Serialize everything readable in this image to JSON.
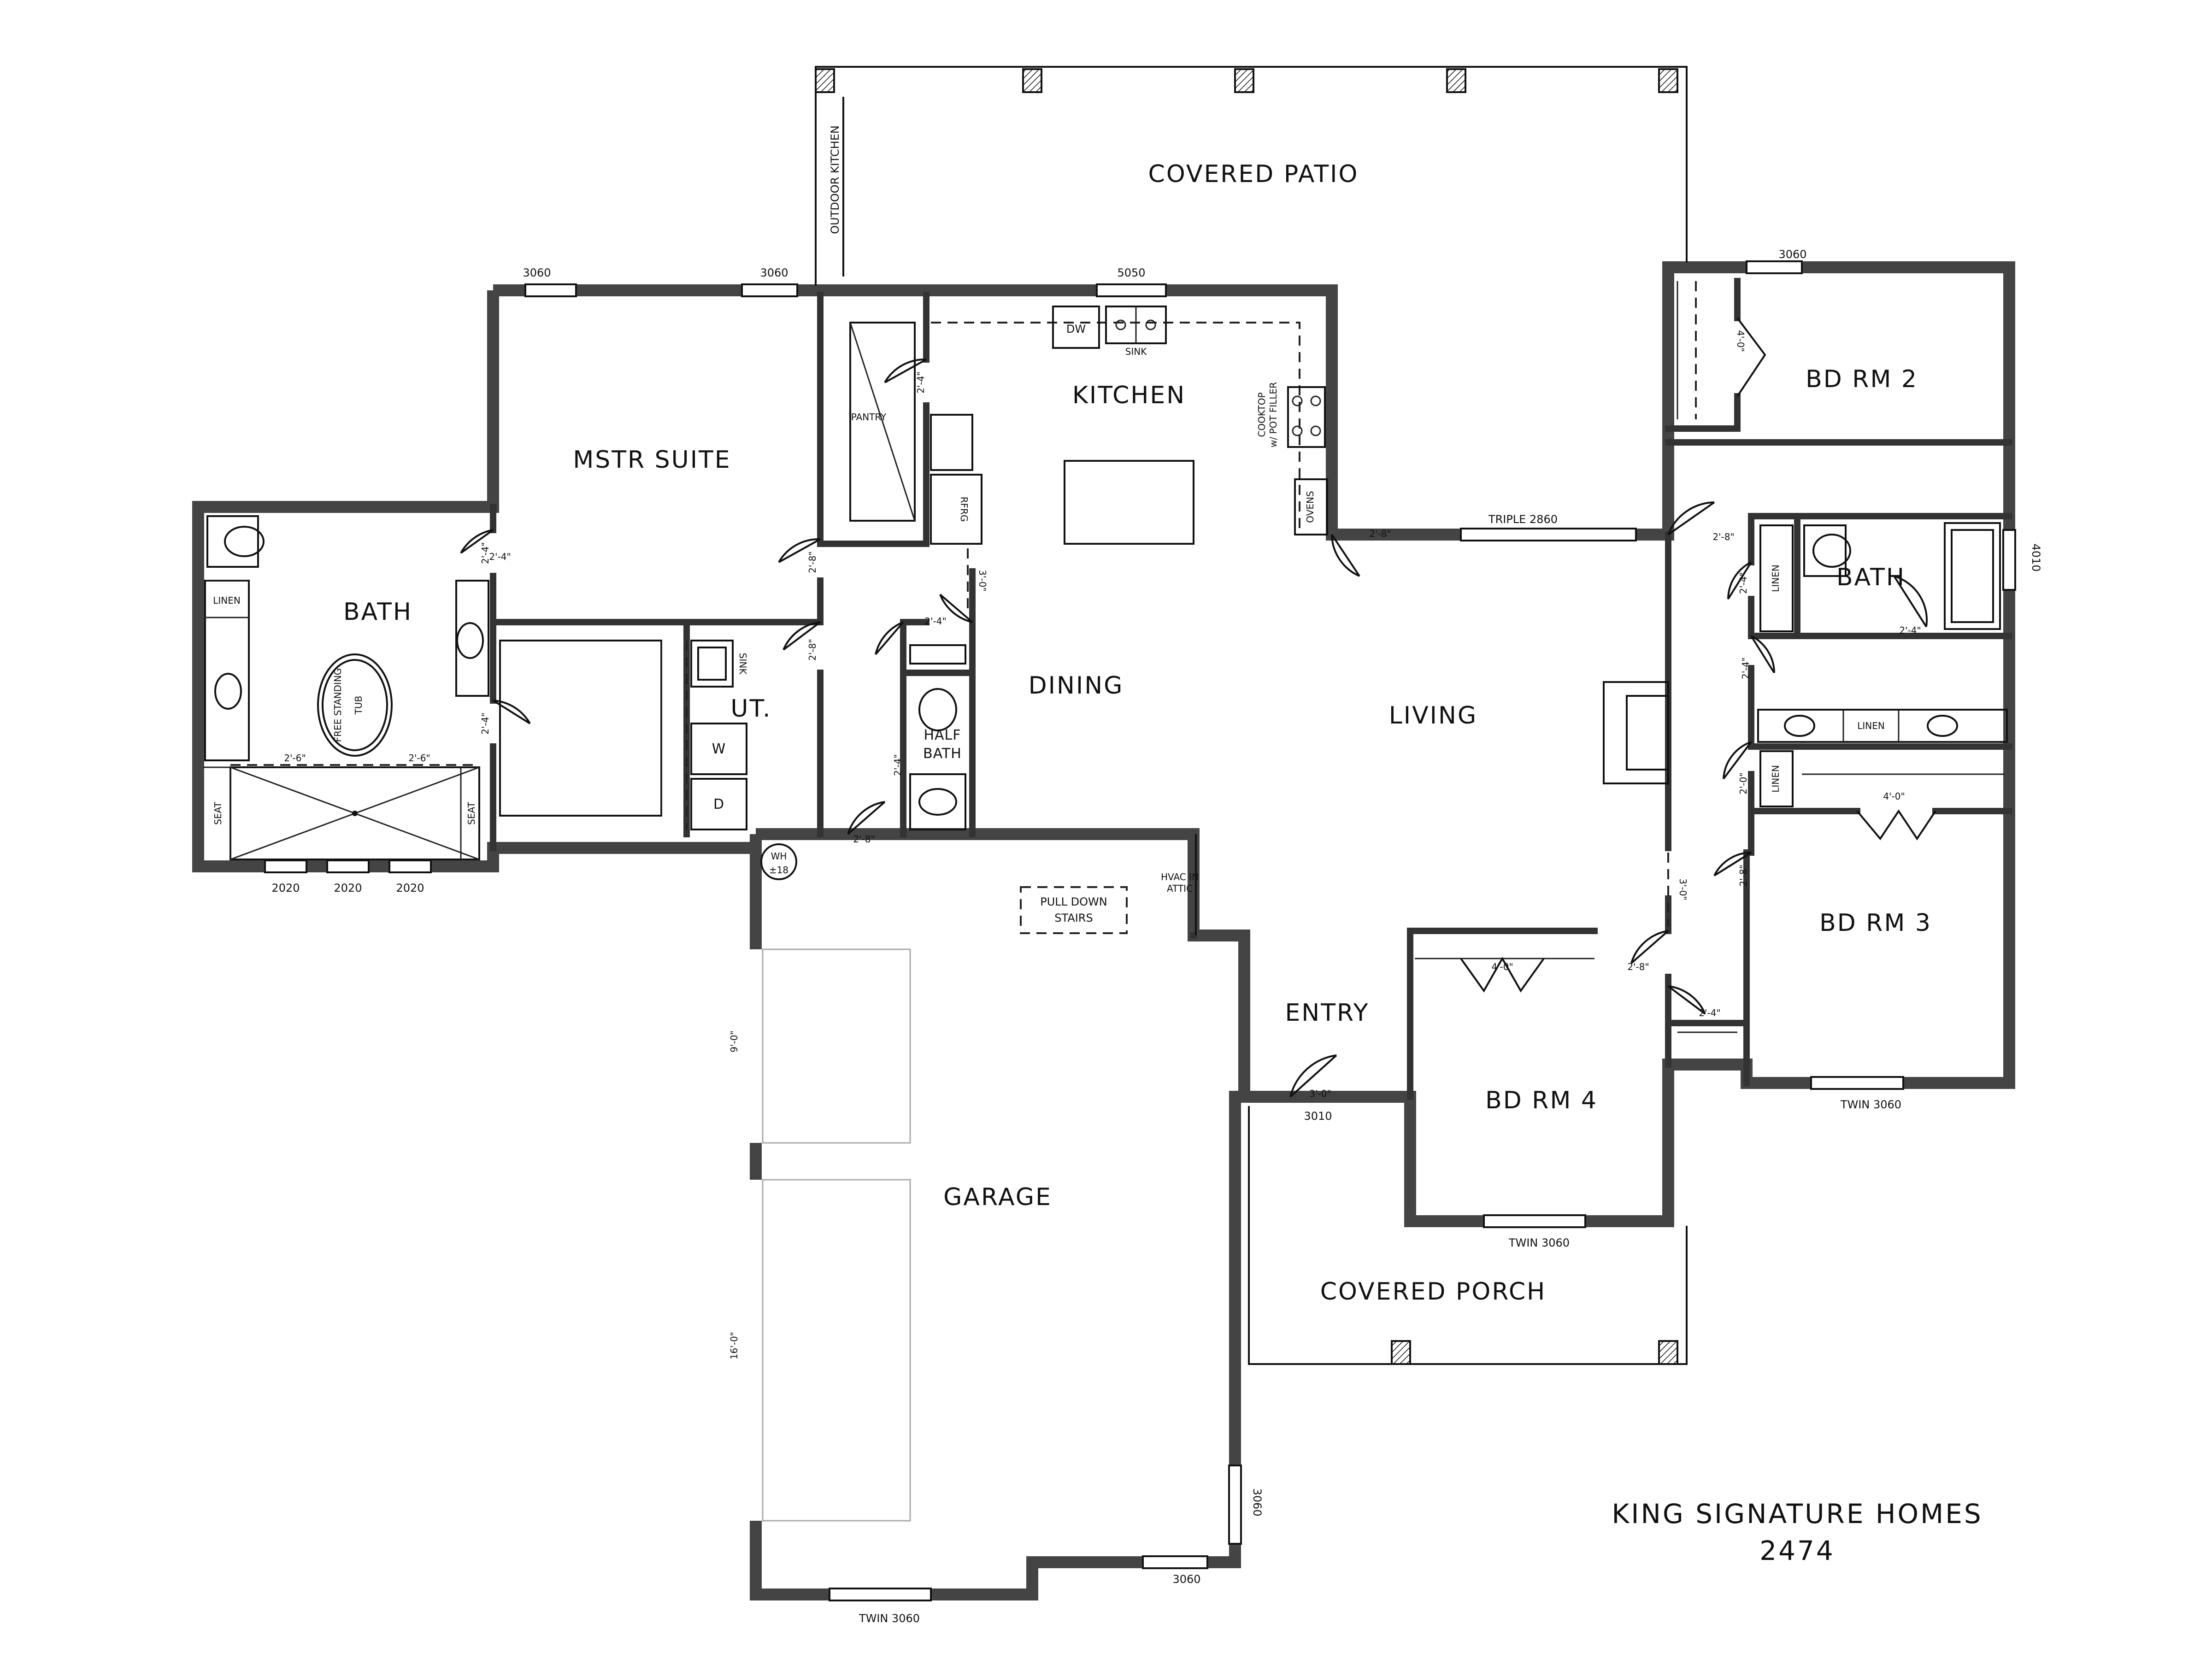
{
  "rooms": {
    "covered_patio": "COVERED PATIO",
    "outdoor_kitchen": "OUTDOOR KITCHEN",
    "kitchen": "KITCHEN",
    "mstr_suite": "MSTR SUITE",
    "master_bath": "BATH",
    "pantry": "PANTRY",
    "dining": "DINING",
    "living": "LIVING",
    "utility": "UT.",
    "half_bath_1": "HALF",
    "half_bath_2": "BATH",
    "bd_rm_2": "BD RM 2",
    "hall_bath": "BATH",
    "bd_rm_3": "BD RM 3",
    "bd_rm_4": "BD RM 4",
    "entry": "ENTRY",
    "garage": "GARAGE",
    "covered_porch": "COVERED PORCH"
  },
  "windows": {
    "mstr_left": "3060",
    "mstr_right": "3060",
    "kitchen": "5050",
    "bd2": "3060",
    "living": "TRIPLE 2860",
    "hall_bath": "4010",
    "bath_1": "2020",
    "bath_2": "2020",
    "bath_3": "2020",
    "bd3": "TWIN 3060",
    "bd4": "TWIN 3060",
    "entry": "3010",
    "garage_side": "3060",
    "garage_rear": "3060",
    "garage_front": "TWIN 3060"
  },
  "fixtures": {
    "dw": "DW",
    "sink": "SINK",
    "cooktop_1": "COOKTOP",
    "cooktop_2": "w/ POT FILLER",
    "ovens": "OVENS",
    "refrig": "RFRG",
    "linen": "LINEN",
    "tub_1": "FREE STANDING",
    "tub_2": "TUB",
    "seat": "SEAT",
    "ut_sink": "SINK",
    "washer": "W",
    "dryer": "D",
    "wh_1": "WH",
    "wh_2": "±18",
    "pull_down_1": "PULL DOWN",
    "pull_down_2": "STAIRS",
    "hvac_1": "HVAC IN",
    "hvac_2": "ATTIC"
  },
  "dims": {
    "d2_4": "2'-4\"",
    "d2_6": "2'-6\"",
    "d2_8": "2'-8\"",
    "d3_0": "3'-0\"",
    "d4_0": "4'-0\"",
    "d2_0": "2'-0\"",
    "g9_0": "9'-0\"",
    "g16_0": "16'-0\""
  },
  "title": {
    "company": "KING SIGNATURE HOMES",
    "plan": "2474"
  }
}
